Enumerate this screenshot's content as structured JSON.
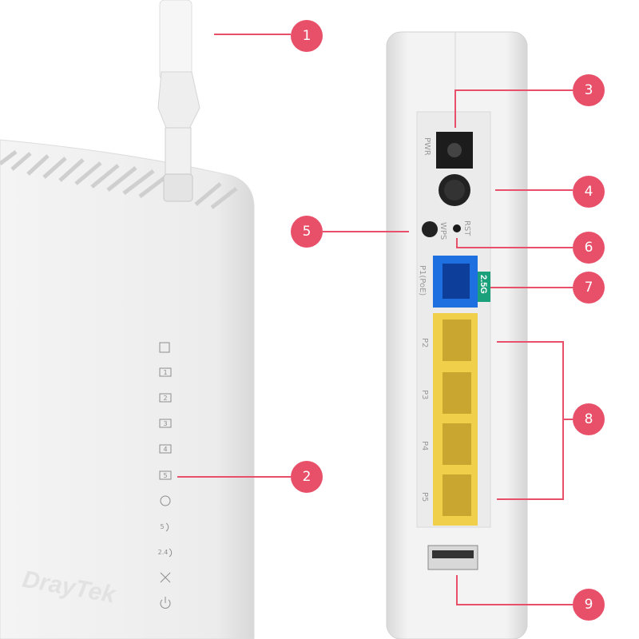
{
  "callouts": [
    "1",
    "2",
    "3",
    "4",
    "5",
    "6",
    "7",
    "8",
    "9"
  ],
  "rear_panel": {
    "pwr_label": "PWR",
    "wps_label": "WPS",
    "rst_label": "RST",
    "p1_label": "P1(PoE)",
    "speed_badge": "2.5G",
    "ports": [
      "P2",
      "P3",
      "P4",
      "P5"
    ]
  },
  "front_panel": {
    "brand": "DrayTek",
    "led_icons": [
      "usb-icon",
      "lan-1-icon",
      "lan-2-icon",
      "lan-3-icon",
      "lan-4-icon",
      "lan-5-icon",
      "wan-sync-icon",
      "wifi-5g-icon",
      "wifi-24g-icon",
      "mesh-icon",
      "power-icon"
    ],
    "lan_numbers": [
      "1",
      "2",
      "3",
      "4",
      "5"
    ],
    "wifi_5g_label": "5",
    "wifi_24g_label": "2.4"
  },
  "colors": {
    "callout": "#e8506a",
    "p1_port": "#1e6fe0",
    "lan_ports": "#f0cf4a",
    "badge": "#1aa07a"
  }
}
